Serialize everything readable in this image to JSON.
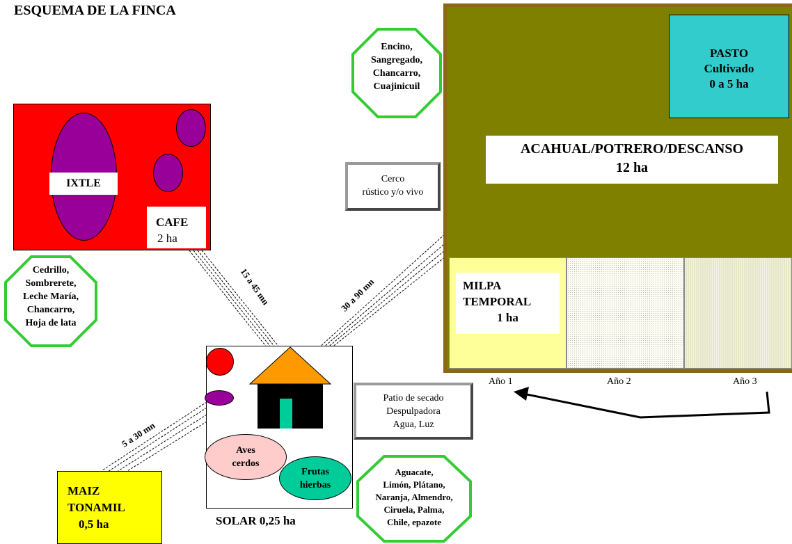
{
  "title": "ESQUEMA DE LA FINCA",
  "acahual": {
    "name": "ACAHUAL/POTRERO/DESCANSO",
    "area": "12 ha"
  },
  "pasto": {
    "line1": "PASTO",
    "line2": "Cultivado",
    "line3": "0 a 5 ha"
  },
  "milpa": {
    "line1": "MILPA",
    "line2": "TEMPORAL",
    "line3": "1 ha"
  },
  "years": [
    "Año 1",
    "Año 2",
    "Año 3"
  ],
  "cafe": {
    "ixtle": "IXTLE",
    "name": "CAFE",
    "area": "2 ha"
  },
  "octagons": {
    "top": [
      "Encino,",
      "Sangregado,",
      "Chancarro,",
      "Cuajinicuil"
    ],
    "left": [
      "Cedrillo,",
      "Sombrerete,",
      "Leche María,",
      "Chancarro,",
      "Hoja de lata"
    ],
    "bottom": [
      "Aguacate,",
      "Limón, Plátano,",
      "Naranja, Almendro,",
      "Ciruela, Palma,",
      "Chile, epazote"
    ]
  },
  "cerco": [
    "Cerco",
    "rústico y/o vivo"
  ],
  "patio": [
    "Patio de secado",
    "Despulpadora",
    "Agua, Luz"
  ],
  "solar": {
    "name": "SOLAR 0,25 ha",
    "aves": [
      "Aves",
      "cerdos"
    ],
    "frutas": [
      "Frutas",
      "hierbas"
    ]
  },
  "maiz": {
    "line1": "MAIZ",
    "line2": "TONAMIL",
    "line3": "0,5 ha"
  },
  "distances": {
    "cafe": "15 a 45 mn",
    "acahual": "30 a 90 mn",
    "maiz": "5 a 30 mn"
  },
  "colors": {
    "acahual": "#808000",
    "acahual_border": "#8b6914",
    "pasto": "#33cccc",
    "milpa": "#ffff99",
    "cafe": "#ff0000",
    "ixtle": "#990099",
    "octagon_border": "#33cc33",
    "house_roof": "#ff9900",
    "house_door": "#00cc99",
    "aves": "#ffcccc",
    "frutas": "#00cc99",
    "maiz": "#ffff00"
  }
}
